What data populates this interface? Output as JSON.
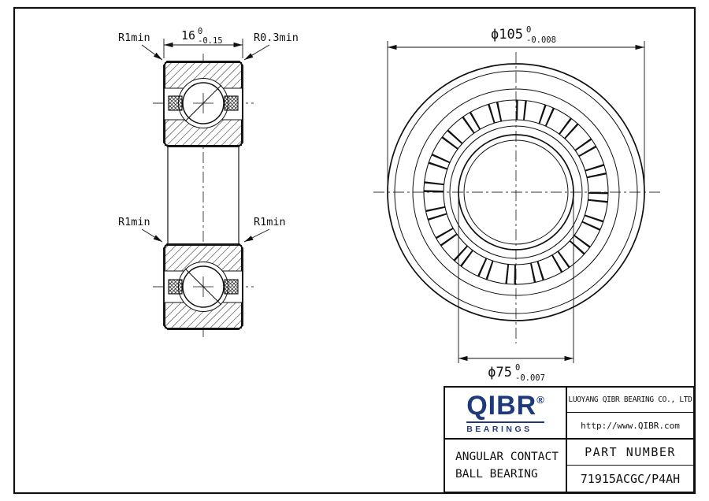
{
  "drawing": {
    "section_view": {
      "label_r_top_left": "R1min",
      "label_r_top_right": "R0.3min",
      "label_r_mid_left": "R1min",
      "label_r_mid_right": "R1min",
      "width_dim": {
        "value": "16",
        "tol_upper": "0",
        "tol_lower": "-0.15"
      }
    },
    "front_view": {
      "outer_dim": {
        "value": "ϕ105",
        "tol_upper": "0",
        "tol_lower": "-0.008"
      },
      "bore_dim": {
        "value": "ϕ75",
        "tol_upper": "0",
        "tol_lower": "-0.007"
      }
    }
  },
  "title_block": {
    "logo": {
      "name": "QIBR",
      "reg": "®",
      "tagline": "BEARINGS"
    },
    "company": "LUOYANG QIBR BEARING CO., LTD",
    "website": "http://www.QIBR.com",
    "product_line1": "ANGULAR CONTACT",
    "product_line2": "BALL BEARING",
    "part_number_label": "PART NUMBER",
    "part_number_value": "71915ACGC/P4AH"
  },
  "colors": {
    "ink": "#111111",
    "brand": "#1e3a7b"
  }
}
